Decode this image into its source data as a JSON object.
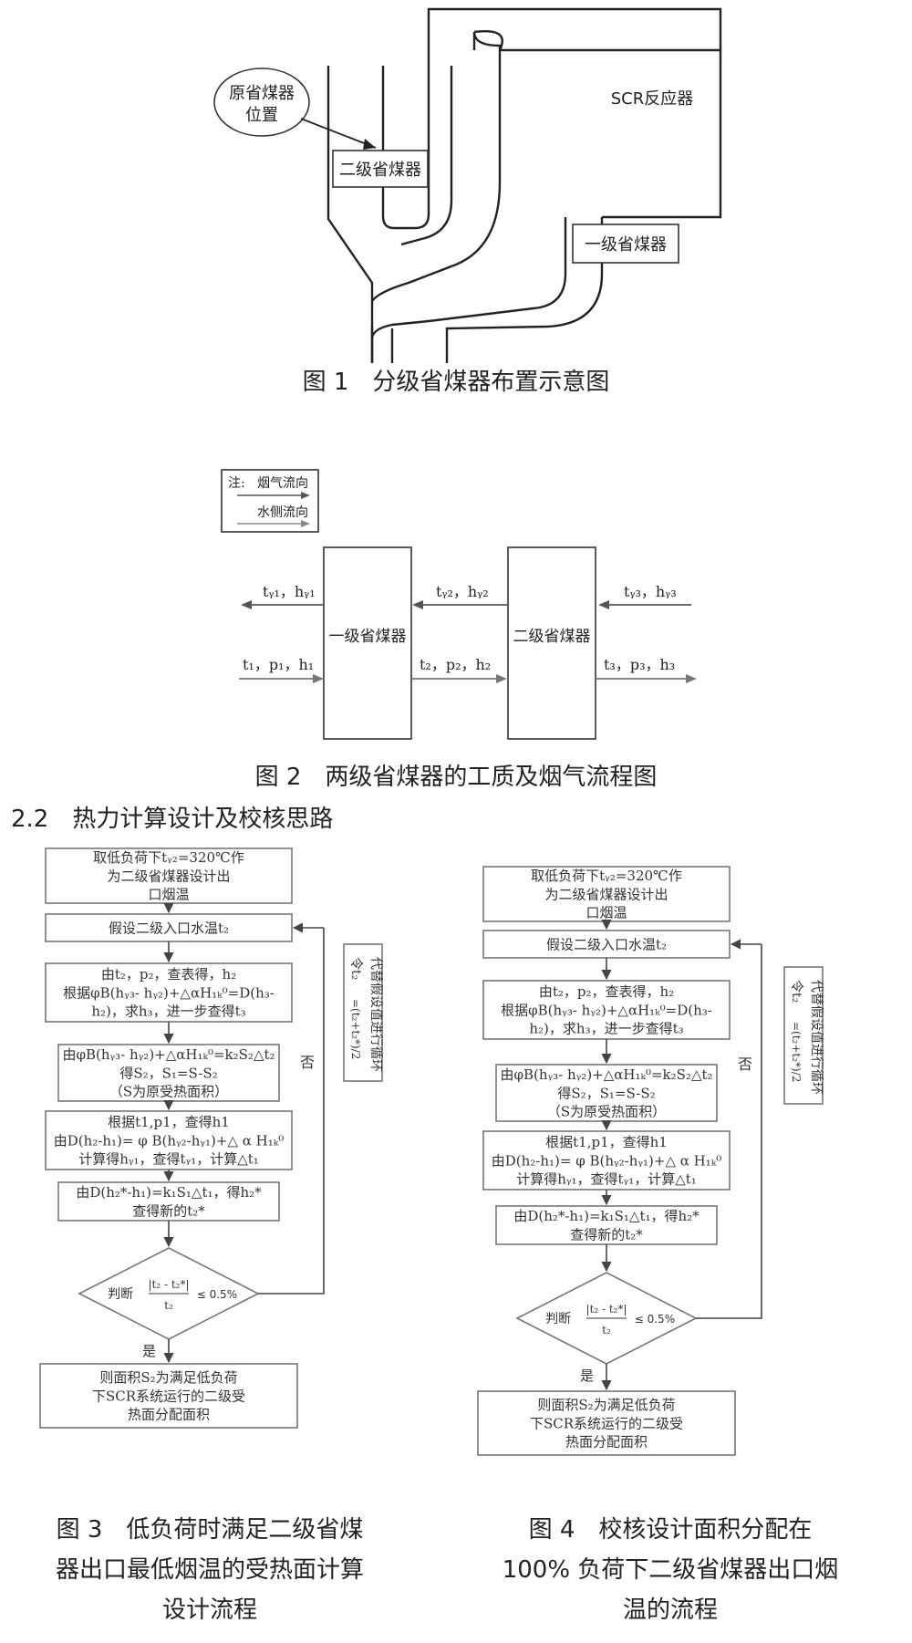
{
  "figure1": {
    "ellipse_line1": "原省煤器",
    "ellipse_line2": "位置",
    "second_economizer": "二级省煤器",
    "scr_reactor": "SCR反应器",
    "first_economizer": "一级省煤器",
    "caption": "图 1　分级省煤器布置示意图"
  },
  "figure2": {
    "legend_note": "注:",
    "legend_flue": "烟气流向",
    "legend_water": "水侧流向",
    "box1": "一级省煤器",
    "box2": "二级省煤器",
    "gas_out": "tᵧ₁，hᵧ₁",
    "gas_mid": "tᵧ₂，hᵧ₂",
    "gas_in": "tᵧ₃，hᵧ₃",
    "water_in": "t₁，p₁，h₁",
    "water_mid": "t₂，p₂，h₂",
    "water_out": "t₃，p₃，h₃",
    "caption": "图 2　两级省煤器的工质及烟气流程图"
  },
  "section_heading": "2.2　热力计算设计及校核思路",
  "flow": {
    "b1": [
      "取低负荷下tᵧ₂=320℃作",
      "为二级省煤器设计出",
      "口烟温"
    ],
    "b2": [
      "假设二级入口水温t₂"
    ],
    "b3": [
      "由t₂，p₂，查表得，h₂",
      "根据φB(hᵧ₃- hᵧ₂)+△αH₁ₖ⁰=D(h₃-",
      "h₂)，求h₃，进一步查得t₃"
    ],
    "b4": [
      "由φB(hᵧ₃- hᵧ₂)+△αH₁ₖ⁰=k₂S₂△t₂",
      "得S₂，S₁=S-S₂",
      "（S为原受热面积）"
    ],
    "b5": [
      "根据t1,p1，查得h1",
      "由D(h₂-h₁)= φ B(hᵧ₂-hᵧ₁)+△ α H₁ₖ⁰",
      "计算得hᵧ₁，查得tᵧ₁，计算△t₁"
    ],
    "b6": [
      "由D(h₂*-h₁)=k₁S₁△t₁，得h₂*",
      "查得新的t₂*"
    ],
    "diamond_prefix": "判断",
    "diamond_num": "|t₂ - t₂*|",
    "diamond_den": "t₂",
    "diamond_suffix": "≤ 0.5%",
    "yes": "是",
    "no": "否",
    "b7": [
      "则面积S₂为满足低负荷",
      "下SCR系统运行的二级受",
      "热面分配面积"
    ],
    "side_prefix": "令t₂",
    "side_formula": "=(t₂+t₂*)/2",
    "side_text": "代替假设值进行循环"
  },
  "caption3": [
    "图 3　低负荷时满足二级省煤",
    "器出口最低烟温的受热面计算",
    "设计流程"
  ],
  "caption4": [
    "图 4　校核设计面积分配在",
    "100% 负荷下二级省煤器出口烟",
    "温的流程"
  ]
}
